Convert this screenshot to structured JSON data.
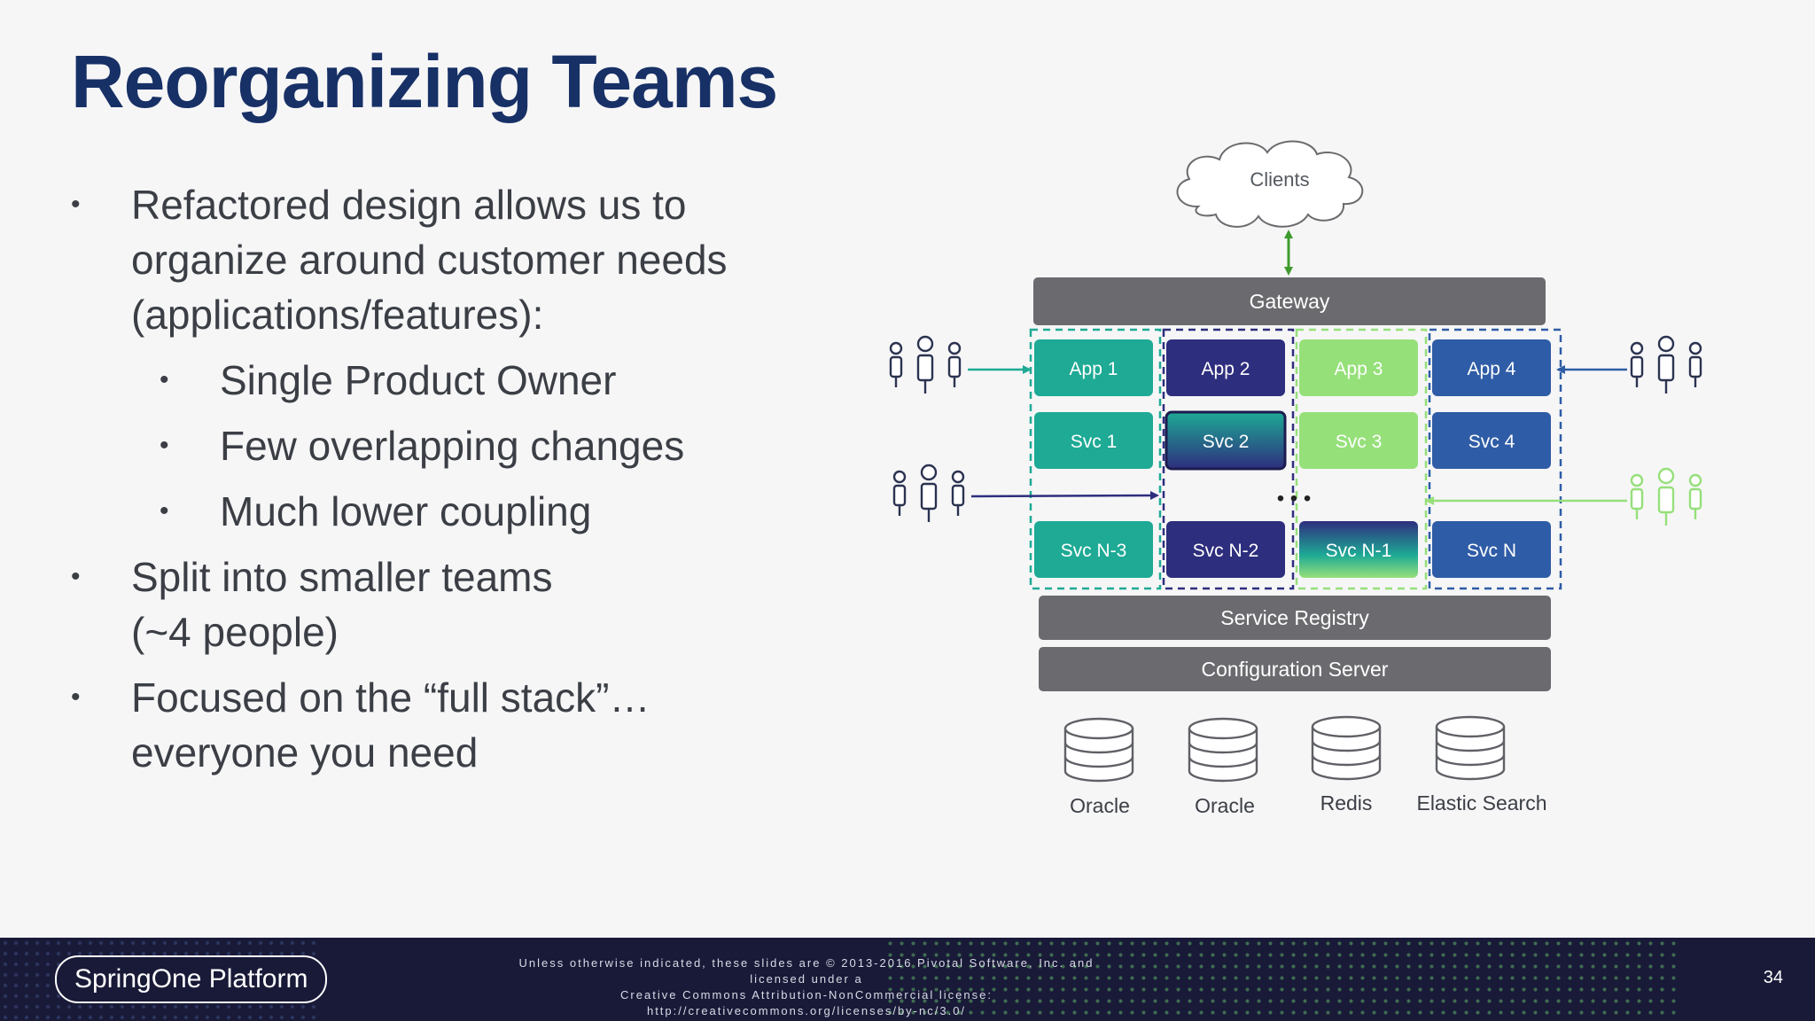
{
  "slide": {
    "title": "Reorganizing Teams",
    "page_number": "34"
  },
  "bullets": [
    {
      "lines": [
        "Refactored design allows us to",
        "organize around customer needs",
        "(applications/features):"
      ]
    },
    {
      "lines": [
        "Split into smaller teams",
        "(~4 people)"
      ]
    },
    {
      "lines": [
        "Focused on the “full stack”…",
        "everyone you need"
      ]
    }
  ],
  "sub_bullets": [
    "Single Product Owner",
    "Few overlapping changes",
    "Much lower coupling"
  ],
  "diagram": {
    "clients": "Clients",
    "gateway": "Gateway",
    "service_registry": "Service Registry",
    "config_server": "Configuration Server",
    "ellipsis": "• • •",
    "columns": [
      {
        "app": "App 1",
        "svc": "Svc 1",
        "svcn": "Svc N-3",
        "color": "#1eaa95",
        "text_color": "#ffffff"
      },
      {
        "app": "App 2",
        "svc": "Svc 2",
        "svcn": "Svc N-2",
        "color": "#2e2e7e",
        "text_color": "#ffffff"
      },
      {
        "app": "App 3",
        "svc": "Svc 3",
        "svcn": "Svc N-1",
        "color": "#96e07a",
        "text_color": "#ffffff"
      },
      {
        "app": "App 4",
        "svc": "Svc 4",
        "svcn": "Svc N",
        "color": "#2f5ca6",
        "text_color": "#ffffff"
      }
    ],
    "databases": [
      "Oracle",
      "Oracle",
      "Redis",
      "Elastic Search"
    ],
    "colors": {
      "gray_bar": "#6b6b6f",
      "teal": "#1eaa95",
      "navy": "#2e2e7e",
      "light_green": "#96e07a",
      "blue": "#2f5ca6",
      "bidirectional_arrow": "#3e9a2e"
    }
  },
  "footer": {
    "logo": "SpringOne Platform",
    "license_lines": [
      "Unless otherwise indicated, these slides are © 2013-2016 Pivotal Software, Inc. and licensed under a",
      "Creative Commons Attribution-NonCommercial license: http://creativecommons.org/licenses/by-nc/3.0/"
    ]
  },
  "icons": [
    "people-icon",
    "database-icon",
    "cloud-icon"
  ]
}
